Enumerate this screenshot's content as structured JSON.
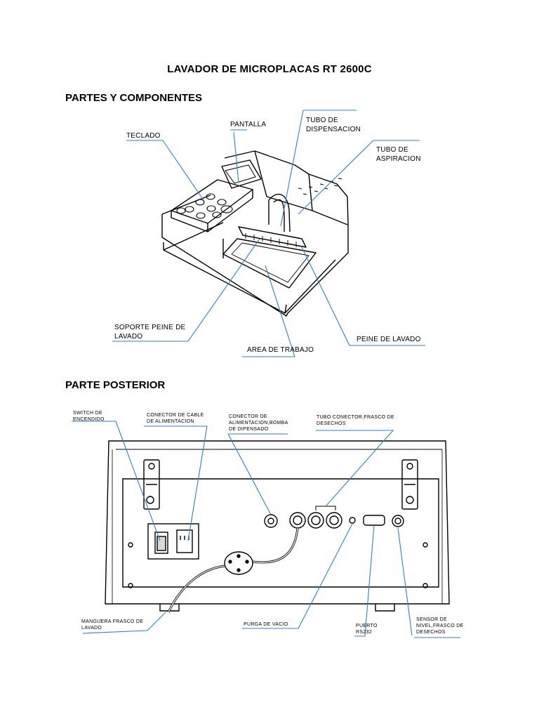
{
  "document": {
    "title": "LAVADOR DE MICROPLACAS RT 2600C",
    "section_parts": "PARTES Y COMPONENTES",
    "section_rear": "PARTE POSTERIOR"
  },
  "front_labels": {
    "pantalla": "PANTALLA",
    "teclado": "TECLADO",
    "tubo_dispensacion": [
      "TUBO DE",
      "DISPENSACION"
    ],
    "tubo_aspiracion": [
      "TUBO DE",
      "ASPIRACION"
    ],
    "soporte_peine": [
      "SOPORTE PEINE DE",
      "LAVADO"
    ],
    "area_trabajo": "AREA DE TRABAJO",
    "peine_lavado": "PEINE DE LAVADO"
  },
  "rear_labels": {
    "switch": [
      "SWITCH DE",
      "ENCENDIDO"
    ],
    "conector_cable": [
      "CONECTOR DE CABLE",
      "DE ALIMENTACION"
    ],
    "conector_bomba": [
      "CONECTOR DE",
      "ALIMENTACION,BOMBA",
      "DE DIPENSADO"
    ],
    "tubo_conector": [
      "TUBO CONECTOR,FRASCO DE",
      "DESECHOS"
    ],
    "manguera": [
      "MANGUERA FRASCO DE",
      "LAVADO"
    ],
    "purga": "PURGA DE VACIO",
    "puerto": [
      "PUERTO",
      "RS232"
    ],
    "sensor": [
      "SENSOR DE",
      "NIVEL,FRASCO DE",
      "DESECHOS"
    ]
  },
  "colors": {
    "leader_line": "#2f7fd6",
    "ink": "#000000"
  }
}
